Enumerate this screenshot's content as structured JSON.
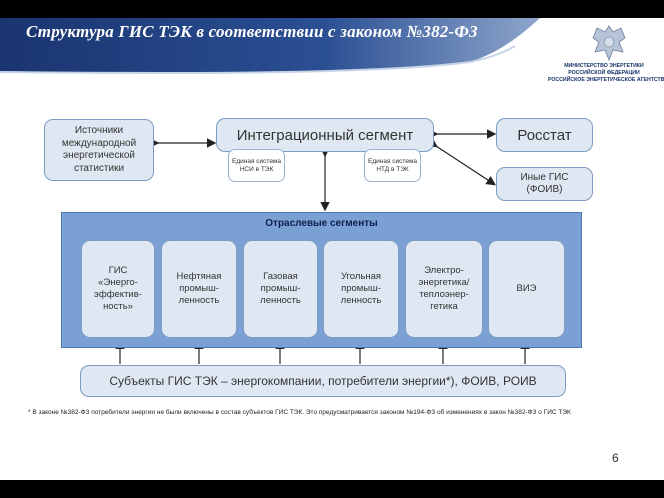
{
  "header": {
    "title": "Структура ГИС ТЭК в соответствии с законом №382-ФЗ",
    "ministry_lines": [
      "МИНИСТЕРСТВО ЭНЕРГЕТИКИ",
      "РОССИЙСКОЙ ФЕДЕРАЦИИ",
      "РОССИЙСКОЕ ЭНЕРГЕТИЧЕСКОЕ АГЕНТСТВО"
    ]
  },
  "diagram": {
    "intl_sources": [
      "Источники",
      "международной",
      "энергетической",
      "статистики"
    ],
    "integration_segment": "Интеграционный сегмент",
    "rosstat": "Росстат",
    "other_gis": [
      "Иные ГИС",
      "(ФОИВ)"
    ],
    "nsi_system": [
      "Единая",
      "система НСИ",
      "в ТЭК"
    ],
    "ntd_system": [
      "Единая",
      "система НТД",
      "в ТЭК"
    ],
    "sector_segments_title": "Отраслевые сегменты",
    "sectors": [
      [
        "ГИС",
        "«Энерго-",
        "эффектив-",
        "ность»"
      ],
      [
        "Нефтяная",
        "промыш-",
        "ленность"
      ],
      [
        "Газовая",
        "промыш-",
        "ленность"
      ],
      [
        "Угольная",
        "промыш-",
        "ленность"
      ],
      [
        "Электро-",
        "энергетика/",
        "теплоэнер-",
        "гетика"
      ],
      [
        "ВИЭ"
      ]
    ],
    "subjects": "Субъекты ГИС ТЭК – энергокомпании, потребители энергии*), ФОИВ, РОИВ"
  },
  "footnote": "* В законе №382-ФЗ потребители энергии не были включены в состав субъектов ГИС ТЭК. Это предусматривается законом №194-ФЗ об изменениях в закон №382-ФЗ о ГИС ТЭК",
  "page_number": "6",
  "colors": {
    "banner": "#1f3d7a",
    "panel": "#7ba1d4",
    "box_fill": "#dfe8f2",
    "border": "#7d9cc2"
  }
}
